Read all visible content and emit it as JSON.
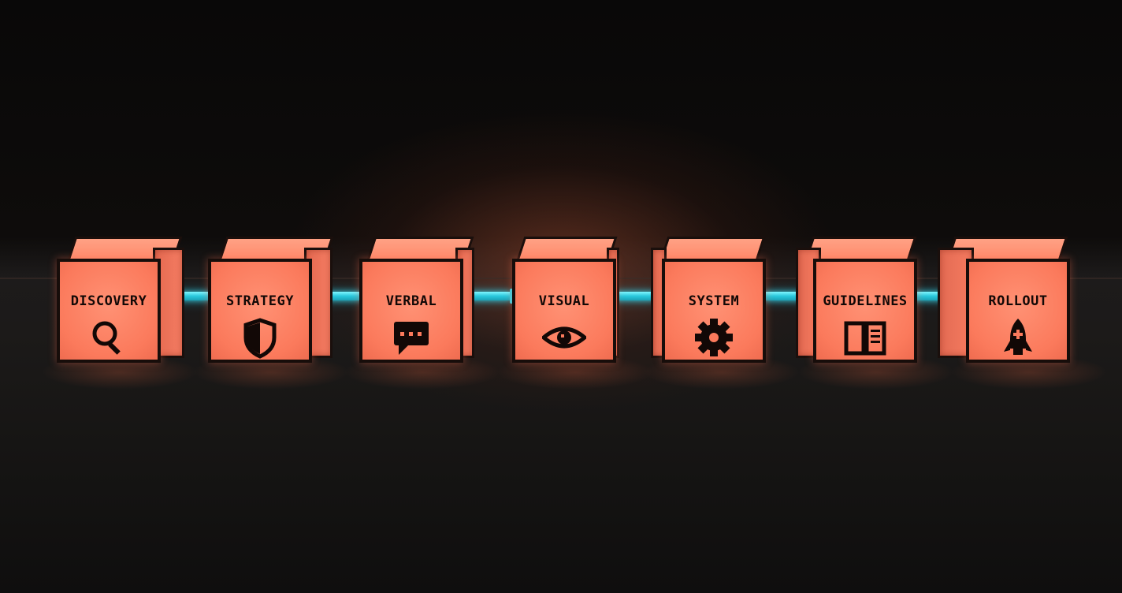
{
  "steps": [
    {
      "label": "DISCOVERY",
      "icon": "magnifier-icon"
    },
    {
      "label": "STRATEGY",
      "icon": "shield-icon"
    },
    {
      "label": "VERBAL",
      "icon": "speech-bubble-icon"
    },
    {
      "label": "VISUAL",
      "icon": "eye-icon"
    },
    {
      "label": "SYSTEM",
      "icon": "gear-icon"
    },
    {
      "label": "GUIDELINES",
      "icon": "book-icon"
    },
    {
      "label": "ROLLOUT",
      "icon": "rocket-icon"
    }
  ],
  "colors": {
    "cube_face": "#fb7a5c",
    "cube_edge": "#170d0a",
    "connector": "#29c8dc",
    "background": "#0b0a0a"
  }
}
